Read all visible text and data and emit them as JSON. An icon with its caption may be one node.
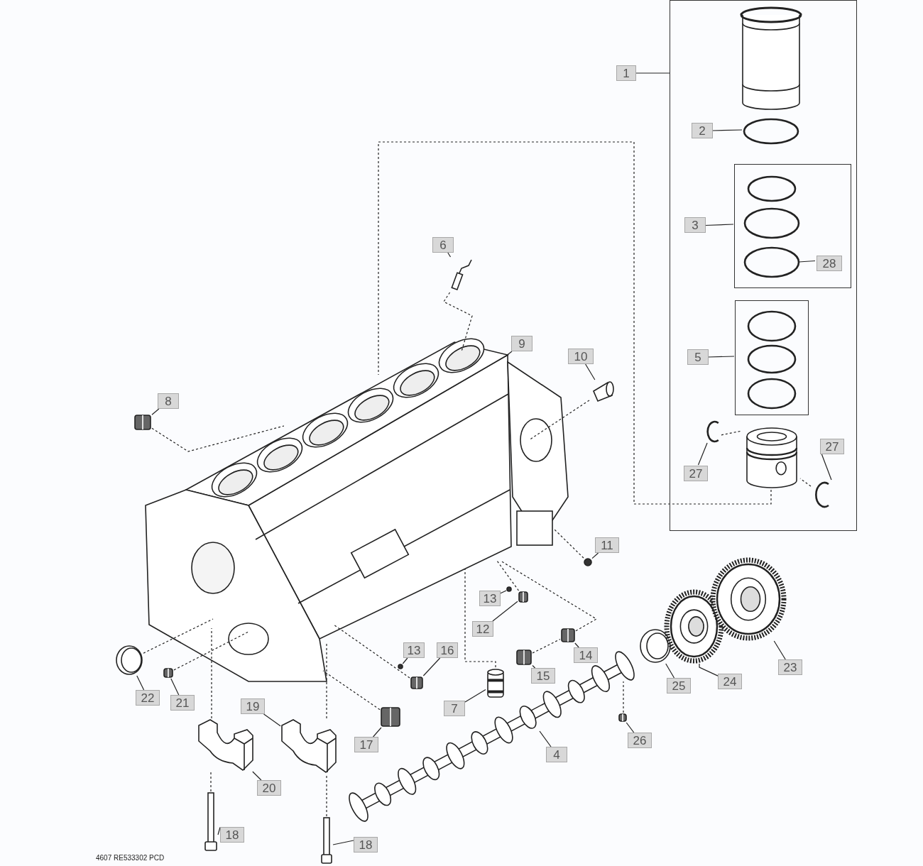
{
  "diagram": {
    "nodes": [
      {
        "text": [],
        "shape": "box"
      },
      {
        "text": [
          "1"
        ]
      },
      {
        "text": [],
        "shape": "picture",
        "in": 0
      },
      {
        "text": [
          "2"
        ],
        "in": 0
      },
      {
        "text": [],
        "shape": "circle",
        "in": 0
      },
      {
        "text": [],
        "shape": "box",
        "in": 0
      },
      {
        "text": [],
        "shape": "circle",
        "in": 5
      },
      {
        "text": [],
        "shape": "circle",
        "in": 5
      },
      {
        "text": [],
        "shape": "circle",
        "in": 5
      },
      {
        "text": [
          "3"
        ],
        "in": 0
      },
      {
        "text": [
          "28"
        ],
        "in": 5
      },
      {
        "text": [],
        "shape": "box",
        "in": 0
      },
      {
        "text": [],
        "shape": "circle",
        "in": 11
      },
      {
        "text": [],
        "shape": "circle",
        "in": 11
      },
      {
        "text": [],
        "shape": "circle",
        "in": 11
      },
      {
        "text": [
          "5"
        ],
        "in": 0
      },
      {
        "text": [],
        "shape": "picture",
        "in": 0
      },
      {
        "text": [
          "27"
        ],
        "in": 0
      },
      {
        "text": [],
        "shape": "picture",
        "in": 0
      },
      {
        "text": [
          "27"
        ],
        "in": 0
      },
      {
        "text": [],
        "shape": "picture",
        "in": 0
      },
      {
        "text": [
          "6"
        ]
      },
      {
        "text": [],
        "shape": "picture"
      },
      {
        "text": [
          "9"
        ]
      },
      {
        "text": [
          "10"
        ]
      },
      {
        "text": [],
        "shape": "picture"
      },
      {
        "text": [
          "8"
        ]
      },
      {
        "text": [],
        "shape": "picture"
      },
      {
        "text": [
          "11"
        ]
      },
      {
        "text": [],
        "shape": "circle"
      },
      {
        "text": [
          "13"
        ]
      },
      {
        "text": [],
        "shape": "circle"
      },
      {
        "text": [
          "12"
        ]
      },
      {
        "text": [],
        "shape": "picture"
      },
      {
        "text": [
          "13"
        ]
      },
      {
        "text": [
          "16"
        ]
      },
      {
        "text": [],
        "shape": "circle"
      },
      {
        "text": [],
        "shape": "picture"
      },
      {
        "text": [
          "14"
        ]
      },
      {
        "text": [],
        "shape": "picture"
      },
      {
        "text": [
          "15"
        ]
      },
      {
        "text": [],
        "shape": "picture"
      },
      {
        "text": [
          "7"
        ]
      },
      {
        "text": [],
        "shape": "picture"
      },
      {
        "text": [
          "17"
        ]
      },
      {
        "text": [],
        "shape": "picture"
      },
      {
        "text": [
          "26"
        ]
      },
      {
        "text": [],
        "shape": "picture"
      },
      {
        "text": [
          "4"
        ]
      },
      {
        "text": [
          "25"
        ]
      },
      {
        "text": [],
        "shape": "picture"
      },
      {
        "text": [
          "24"
        ]
      },
      {
        "text": [],
        "shape": "picture"
      },
      {
        "text": [
          "23"
        ]
      },
      {
        "text": [],
        "shape": "picture"
      },
      {
        "text": [
          "22"
        ]
      },
      {
        "text": [],
        "shape": "picture"
      },
      {
        "text": [
          "21"
        ]
      },
      {
        "text": [],
        "shape": "picture"
      },
      {
        "text": [
          "19"
        ]
      },
      {
        "text": [],
        "shape": "picture"
      },
      {
        "text": [
          "20"
        ]
      },
      {
        "text": [],
        "shape": "picture"
      },
      {
        "text": [
          "18"
        ]
      },
      {
        "text": [],
        "shape": "picture"
      },
      {
        "text": [
          "18"
        ]
      },
      {
        "text": [],
        "shape": "picture"
      }
    ],
    "edges": [
      {
        "from": 1,
        "to": 0,
        "arrow": "none"
      },
      {
        "from": 3,
        "to": 4,
        "arrow": "none"
      },
      {
        "from": 9,
        "to": 5,
        "arrow": "none"
      },
      {
        "from": 10,
        "to": 8,
        "arrow": "none"
      },
      {
        "from": 15,
        "to": 11,
        "arrow": "none"
      },
      {
        "from": 17,
        "to": 16,
        "arrow": "none"
      },
      {
        "from": 19,
        "to": 20,
        "arrow": "none"
      },
      {
        "from": 21,
        "to": 22,
        "arrow": "none"
      },
      {
        "from": 23,
        "to": null,
        "arrow": "none"
      },
      {
        "from": 24,
        "to": 25,
        "arrow": "none"
      },
      {
        "from": 26,
        "to": 27,
        "arrow": "none"
      },
      {
        "from": 28,
        "to": 29,
        "arrow": "none"
      },
      {
        "from": 30,
        "to": 31,
        "arrow": "none"
      },
      {
        "from": 32,
        "to": 33,
        "arrow": "none"
      },
      {
        "from": 34,
        "to": 36,
        "arrow": "none"
      },
      {
        "from": 35,
        "to": 37,
        "arrow": "none"
      },
      {
        "from": 38,
        "to": 39,
        "arrow": "none"
      },
      {
        "from": 40,
        "to": 41,
        "arrow": "none"
      },
      {
        "from": 42,
        "to": 43,
        "arrow": "none"
      },
      {
        "from": 44,
        "to": 45,
        "arrow": "none"
      },
      {
        "from": 46,
        "to": 47,
        "arrow": "none"
      },
      {
        "from": 48,
        "to": null,
        "arrow": "none"
      },
      {
        "from": 49,
        "to": 50,
        "arrow": "none"
      },
      {
        "from": 51,
        "to": 52,
        "arrow": "none"
      },
      {
        "from": 53,
        "to": 54,
        "arrow": "none"
      },
      {
        "from": 55,
        "to": 56,
        "arrow": "none"
      },
      {
        "from": 57,
        "to": 58,
        "arrow": "none"
      },
      {
        "from": 59,
        "to": 60,
        "arrow": "none"
      },
      {
        "from": 61,
        "to": 62,
        "arrow": "none"
      },
      {
        "from": 63,
        "to": 64,
        "arrow": "none"
      },
      {
        "from": 65,
        "to": 66,
        "arrow": "none"
      },
      {
        "from": 16,
        "to": 18,
        "arrow": "none",
        "style": "dashed"
      },
      {
        "from": 20,
        "to": 18,
        "arrow": "none",
        "style": "dashed"
      },
      {
        "from": 18,
        "to": null,
        "arrow": "none",
        "style": "dashed"
      },
      {
        "from": 22,
        "to": null,
        "arrow": "none",
        "style": "dashed"
      },
      {
        "from": 27,
        "to": null,
        "arrow": "none",
        "style": "dashed"
      },
      {
        "from": 25,
        "to": null,
        "arrow": "none",
        "style": "dashed"
      },
      {
        "from": 29,
        "to": null,
        "arrow": "none",
        "style": "dashed"
      },
      {
        "from": 33,
        "to": null,
        "arrow": "none",
        "style": "dashed"
      },
      {
        "from": 39,
        "to": null,
        "arrow": "none",
        "style": "dashed"
      },
      {
        "from": 41,
        "to": 39,
        "arrow": "none",
        "style": "dashed"
      },
      {
        "from": 43,
        "to": null,
        "arrow": "none",
        "style": "dashed"
      },
      {
        "from": 37,
        "to": null,
        "arrow": "none",
        "style": "dashed"
      },
      {
        "from": 45,
        "to": null,
        "arrow": "none",
        "style": "dashed"
      },
      {
        "from": 56,
        "to": null,
        "arrow": "none",
        "style": "dashed"
      },
      {
        "from": 58,
        "to": null,
        "arrow": "none",
        "style": "dashed"
      },
      {
        "from": 62,
        "to": null,
        "arrow": "none",
        "style": "dashed"
      },
      {
        "from": 60,
        "to": null,
        "arrow": "none",
        "style": "dashed"
      },
      {
        "from": 64,
        "to": 62,
        "arrow": "none",
        "style": "dashed"
      },
      {
        "from": 66,
        "to": 60,
        "arrow": "none",
        "style": "dashed"
      },
      {
        "from": 47,
        "to": null,
        "arrow": "none",
        "style": "dashed"
      }
    ],
    "labels": [
      "4607 RE533302 PCD"
    ]
  }
}
